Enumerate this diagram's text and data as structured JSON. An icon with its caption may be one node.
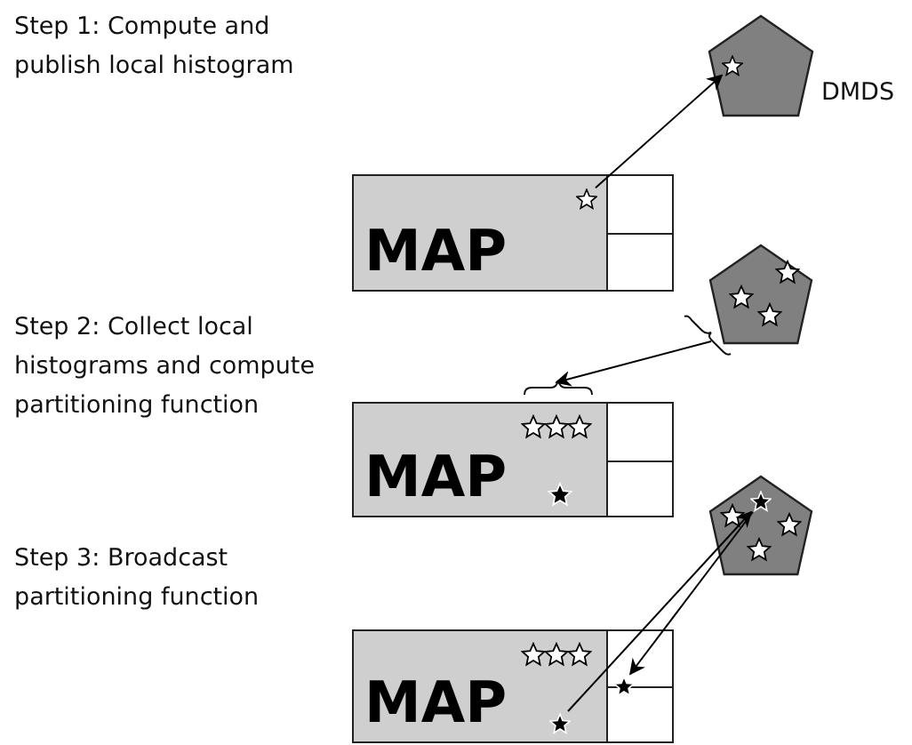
{
  "diagram": {
    "nodes": [
      {
        "text": [
          "MAP"
        ]
      },
      {
        "text": [],
        "shape": "star",
        "in": 0
      },
      {
        "text": [],
        "shape": "pentagon",
        "beside": [
          "DMDS"
        ]
      },
      {
        "text": [],
        "shape": "star",
        "in": 2
      },
      {
        "text": [
          "MAP"
        ]
      },
      {
        "text": [],
        "shape": "pentagon"
      },
      {
        "text": [
          "MAP"
        ]
      },
      {
        "text": [],
        "shape": "pentagon"
      },
      {
        "text": [],
        "shape": "star",
        "in": 7
      },
      {
        "text": [],
        "shape": "star",
        "in": 6
      },
      {
        "text": [],
        "shape": "star",
        "in": 6
      }
    ],
    "edges": [
      {
        "from": 1,
        "to": 3,
        "arrow": "to"
      },
      {
        "from": 5,
        "to": 4,
        "arrow": "to"
      },
      {
        "from": 9,
        "to": 8,
        "arrow": "to"
      },
      {
        "from": 8,
        "to": 10,
        "arrow": "to"
      }
    ],
    "labels": [
      "Step 1: Compute and publish local histogram",
      "Step 2: Collect local histograms and compute partitioning function",
      "Step 3: Broadcast partitioning function"
    ]
  }
}
